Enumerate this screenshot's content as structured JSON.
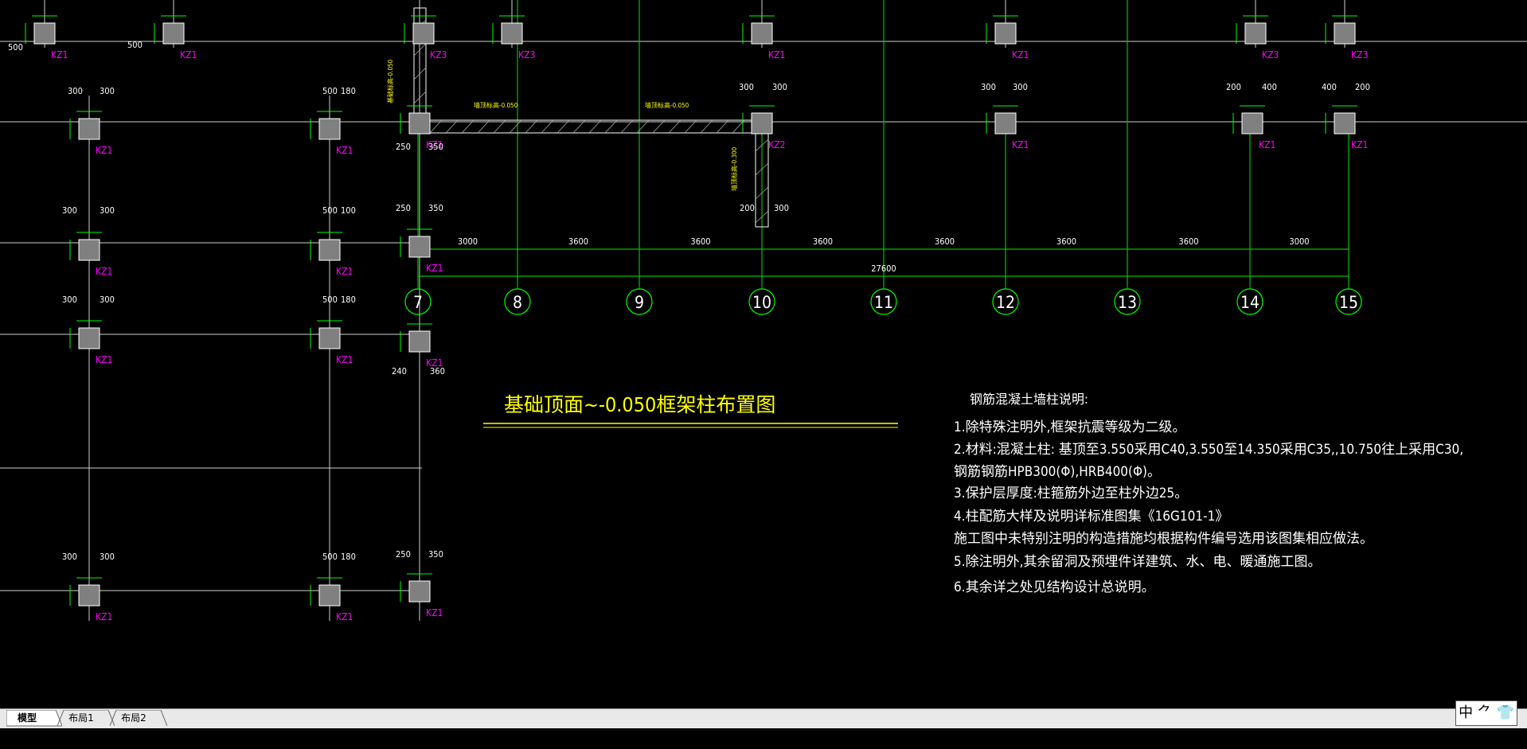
{
  "drawing": {
    "title": "基础顶面~-0.050框架柱布置图",
    "axes": [
      "7",
      "8",
      "9",
      "10",
      "11",
      "12",
      "13",
      "14",
      "15"
    ],
    "spans": [
      "3000",
      "3600",
      "3600",
      "3600",
      "3600",
      "3600",
      "3600",
      "3000"
    ],
    "total": "27600",
    "notes_title": "钢筋混凝土墙柱说明:",
    "notes": [
      "1.除特殊注明外,框架抗震等级为二级。",
      "2.材料:混凝土柱: 基顶至3.550采用C40,3.550至14.350采用C35,,10.750往上采用C30,",
      "钢筋钢筋HPB300(Φ),HRB400(Φ)。",
      "3.保护层厚度:柱箍筋外边至柱外边25。",
      "4.柱配筋大样及说明详标准图集《16G101-1》",
      "   施工图中未特别注明的构造措施均根据构件编号选用该图集相应做法。",
      "5.除注明外,其余留洞及预埋件详建筑、水、电、暖通施工图。",
      "6.其余详之处见结构设计总说明。"
    ]
  },
  "tabs": [
    {
      "label": "模型"
    },
    {
      "label": "布局1"
    },
    {
      "label": "布局2"
    }
  ],
  "ime": {
    "label": "中 ⺈ 👕 ⟳"
  },
  "colors": {
    "green": "#00ff00",
    "white": "#ffffff",
    "magenta": "#ff00ff",
    "yellow": "#ffff00",
    "grey": "#808080"
  }
}
